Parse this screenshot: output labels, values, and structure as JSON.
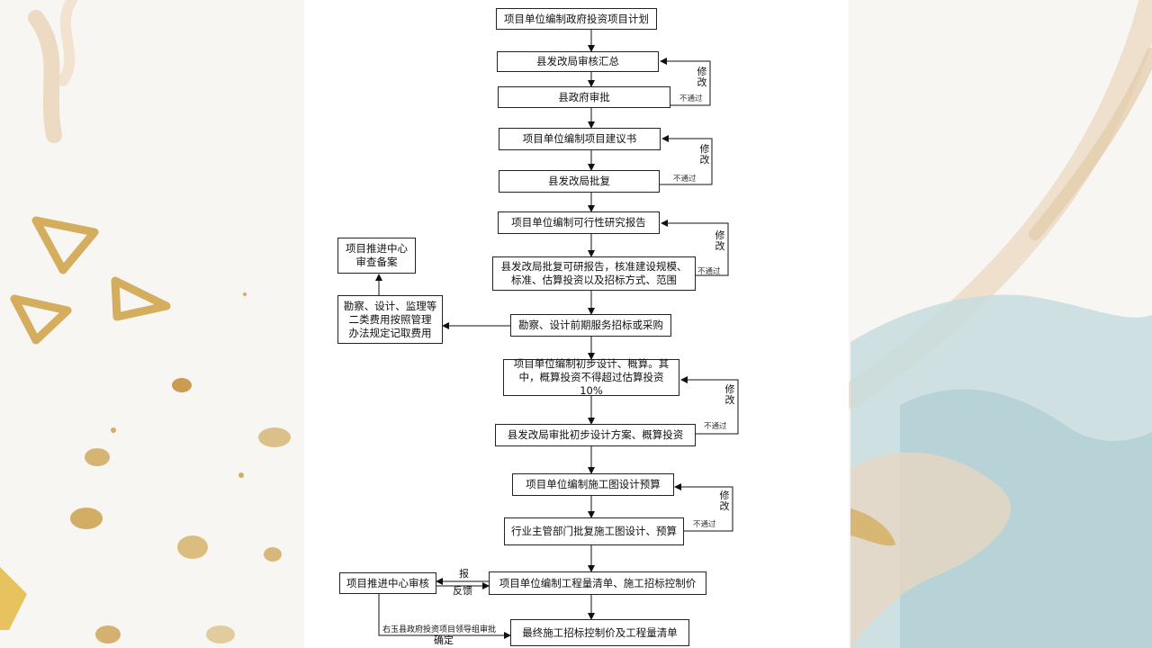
{
  "slide": {
    "colors": {
      "gold": "#d9b46a",
      "beige": "#e8d4b5",
      "teal": "#b7d3d6",
      "panel": "#ffffff"
    }
  },
  "flowchart": {
    "nodes": {
      "n1": "项目单位编制政府投资项目计划",
      "n2": "县发改局审核汇总",
      "n3": "县政府审批",
      "n4": "项目单位编制项目建议书",
      "n5": "县发改局批复",
      "n6": "项目单位编制可行性研究报告",
      "n7": "县发改局批复可研报告，核准建设规模、\n标准、估算投资以及招标方式、范围",
      "n8": "勘察、设计前期服务招标或采购",
      "n9": "项目单位编制初步设计、概算。其\n中，概算投资不得超过估算投资 10%",
      "n10": "县发改局审批初步设计方案、概算投资",
      "n11": "项目单位编制施工图设计预算",
      "n12": "行业主管部门批复施工图设计、预算",
      "n13": "项目单位编制工程量清单、施工招标控制价",
      "n14": "最终施工招标控制价及工程量清单",
      "side1": "项目推进中心\n审查备案",
      "side2": "勘察、设计、监理等\n二类费用按照管理\n办法规定记取费用",
      "side3": "项目推进中心审核"
    },
    "labels": {
      "revise": "修改",
      "reject": "不通过",
      "report": "报",
      "feedback": "反馈",
      "group_review": "右玉县政府投资项目领导组审批",
      "confirm": "确定"
    }
  }
}
